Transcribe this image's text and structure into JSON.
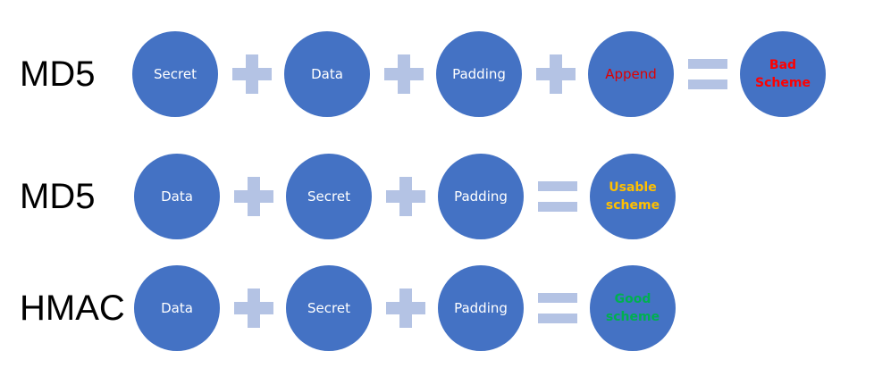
{
  "rows": [
    {
      "label": "MD5",
      "terms": [
        "Secret",
        "Data",
        "Padding",
        "Append"
      ],
      "term_colors": [
        "#FFFFFF",
        "#FFFFFF",
        "#FFFFFF",
        "#E00000"
      ],
      "result": "Bad\nScheme",
      "result_color": "#FF0000"
    },
    {
      "label": "MD5",
      "terms": [
        "Data",
        "Secret",
        "Padding"
      ],
      "term_colors": [
        "#FFFFFF",
        "#FFFFFF",
        "#FFFFFF"
      ],
      "result": "Usable\nscheme",
      "result_color": "#FFC000"
    },
    {
      "label": "HMAC",
      "terms": [
        "Data",
        "Secret",
        "Padding"
      ],
      "term_colors": [
        "#FFFFFF",
        "#FFFFFF",
        "#FFFFFF"
      ],
      "result": "Good\nscheme",
      "result_color": "#00B050"
    }
  ],
  "colors": {
    "circle_fill": "#4472C4",
    "operator_fill": "#B4C3E4",
    "row_label": "#000000"
  }
}
